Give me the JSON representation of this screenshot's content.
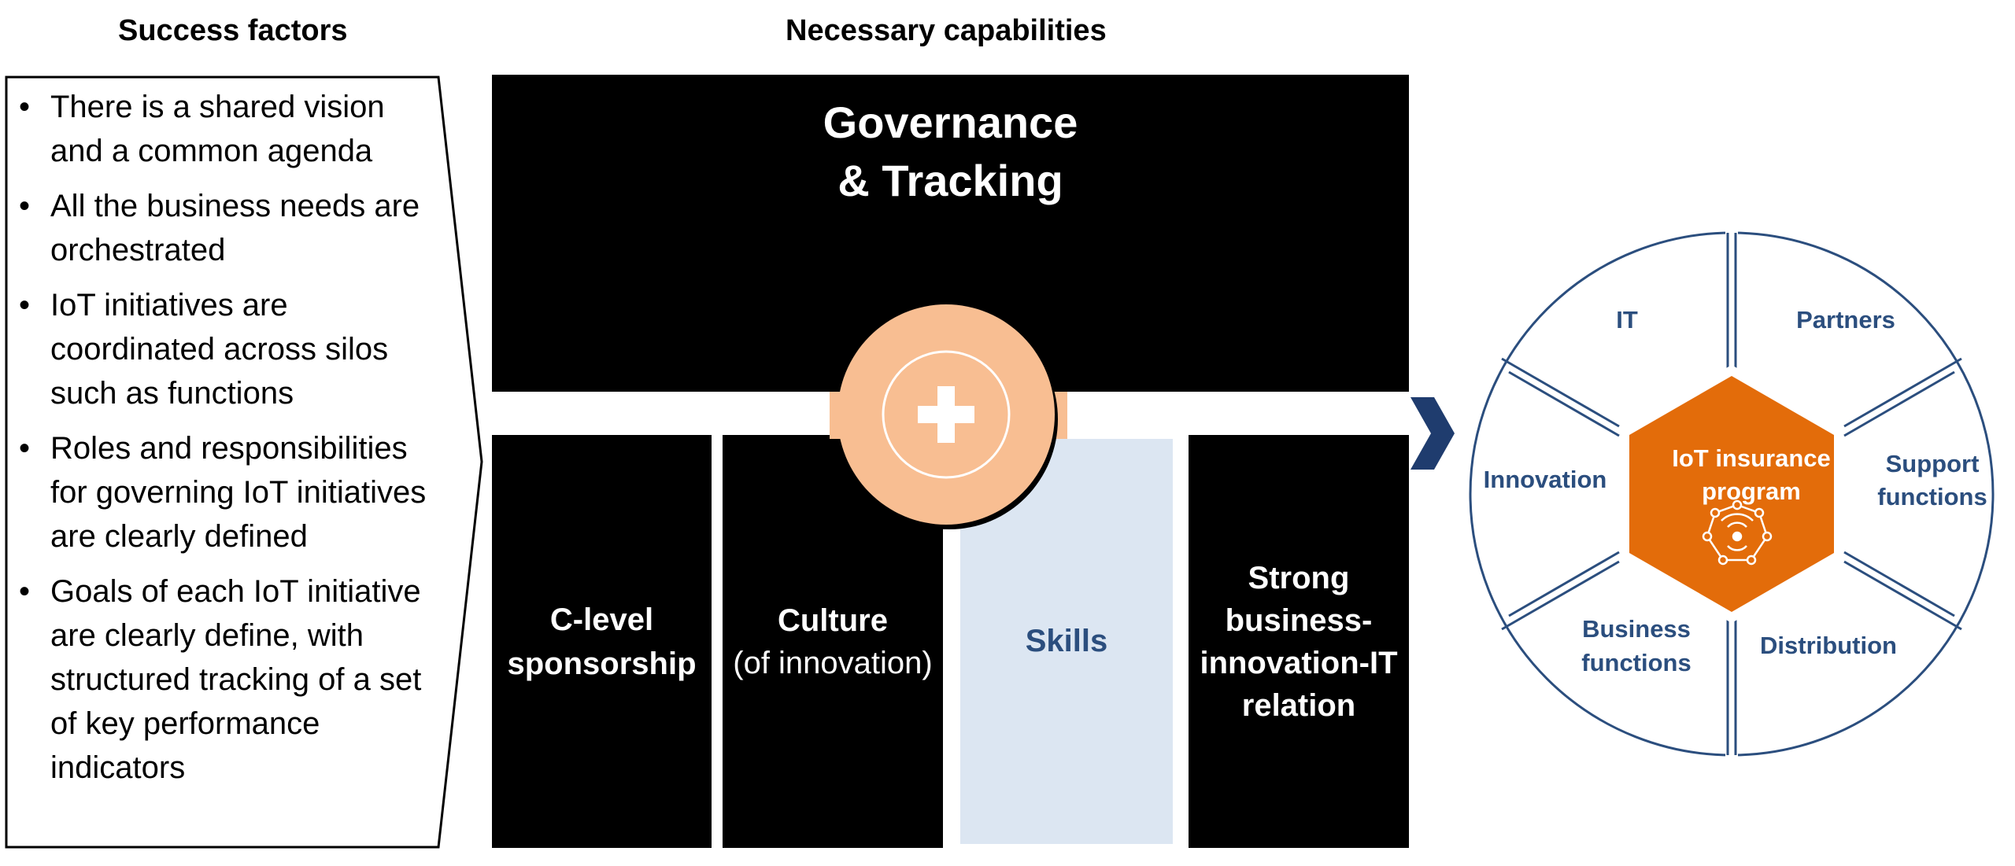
{
  "headings": {
    "success_factors": "Success factors",
    "necessary_capabilities": "Necessary capabilities"
  },
  "success_factors": [
    "There is a shared vision and a common agenda",
    "All the business needs are orchestrated",
    "IoT initiatives are coordinated across silos such as functions",
    "Roles and responsibilities for governing IoT initiatives are clearly defined",
    "Goals of each IoT initiative are clearly define, with structured tracking of a set of key performance indicators"
  ],
  "capabilities": {
    "governance": [
      "Governance",
      "& Tracking"
    ],
    "clevel": [
      "C-level",
      "sponsorship"
    ],
    "culture": "Culture",
    "culture_sub": "(of innovation)",
    "skills": "Skills",
    "strong": [
      "Strong",
      "business-",
      "innovation-IT",
      "relation"
    ]
  },
  "wheel": {
    "segments": {
      "it": "IT",
      "partners": "Partners",
      "support": [
        "Support",
        "functions"
      ],
      "distribution": "Distribution",
      "business": [
        "Business",
        "functions"
      ],
      "innovation": "Innovation"
    },
    "center": [
      "IoT insurance",
      "program"
    ]
  },
  "colors": {
    "box": "#000000",
    "skills_fill": "#dce6f2",
    "navy": "#2b4e7e",
    "orange": "#e36c0a",
    "peach": "#f8be92"
  },
  "icons": [
    "plus-icon",
    "chevron-right-icon",
    "iot-network-icon"
  ]
}
